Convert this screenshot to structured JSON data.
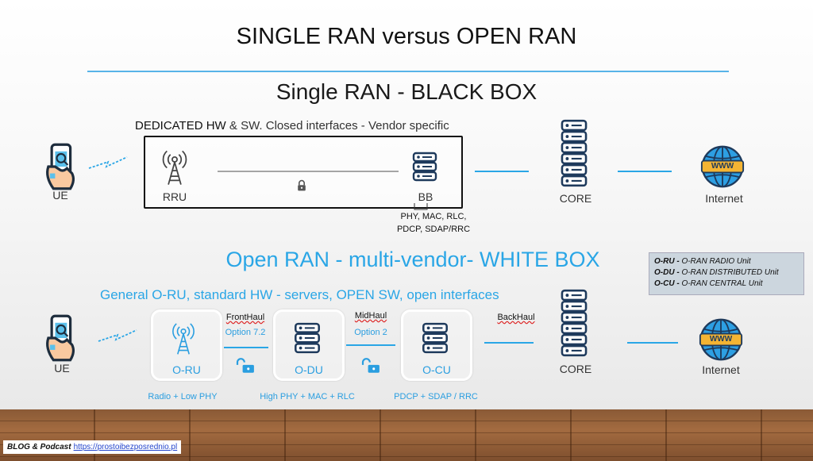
{
  "title": "SINGLE RAN versus OPEN RAN",
  "single": {
    "heading": "Single RAN - BLACK BOX",
    "sub_bold": "DEDICATED HW",
    "sub_rest": " & SW. Closed interfaces - Vendor specific",
    "ue": "UE",
    "rru": "RRU",
    "bb": "BB",
    "bb_caption_1": "PHY, MAC, RLC,",
    "bb_caption_2": "PDCP, SDAP/RRC",
    "core": "CORE",
    "internet": "Internet"
  },
  "open": {
    "heading": "Open RAN - multi-vendor- WHITE BOX",
    "sub": "General O-RU, standard HW - servers, OPEN SW, open interfaces",
    "ue": "UE",
    "oru": "O-RU",
    "odu": "O-DU",
    "ocu": "O-CU",
    "fronthaul": "FrontHaul",
    "fronthaul_option": "Option 7.2",
    "midhaul": "MidHaul",
    "midhaul_option": "Option 2",
    "backhaul": "BackHaul",
    "oru_caption": "Radio + Low PHY",
    "odu_caption": "High PHY + MAC + RLC",
    "ocu_caption": "PDCP + SDAP / RRC",
    "core": "CORE",
    "internet": "Internet"
  },
  "legend": [
    {
      "key": "O-RU -",
      "desc": "O-RAN RADIO Unit"
    },
    {
      "key": "O-DU -",
      "desc": "O-RAN DISTRIBUTED Unit"
    },
    {
      "key": "O-CU -",
      "desc": "O-RAN CENTRAL Unit"
    }
  ],
  "footer": {
    "label": "BLOG & Podcast",
    "link": "https://prostoibezposrednio.pl"
  },
  "icon_globe_text": "WWW",
  "colors": {
    "accent": "#2aa6e6",
    "dark": "#111111",
    "legend_bg": "#ccd6de"
  }
}
